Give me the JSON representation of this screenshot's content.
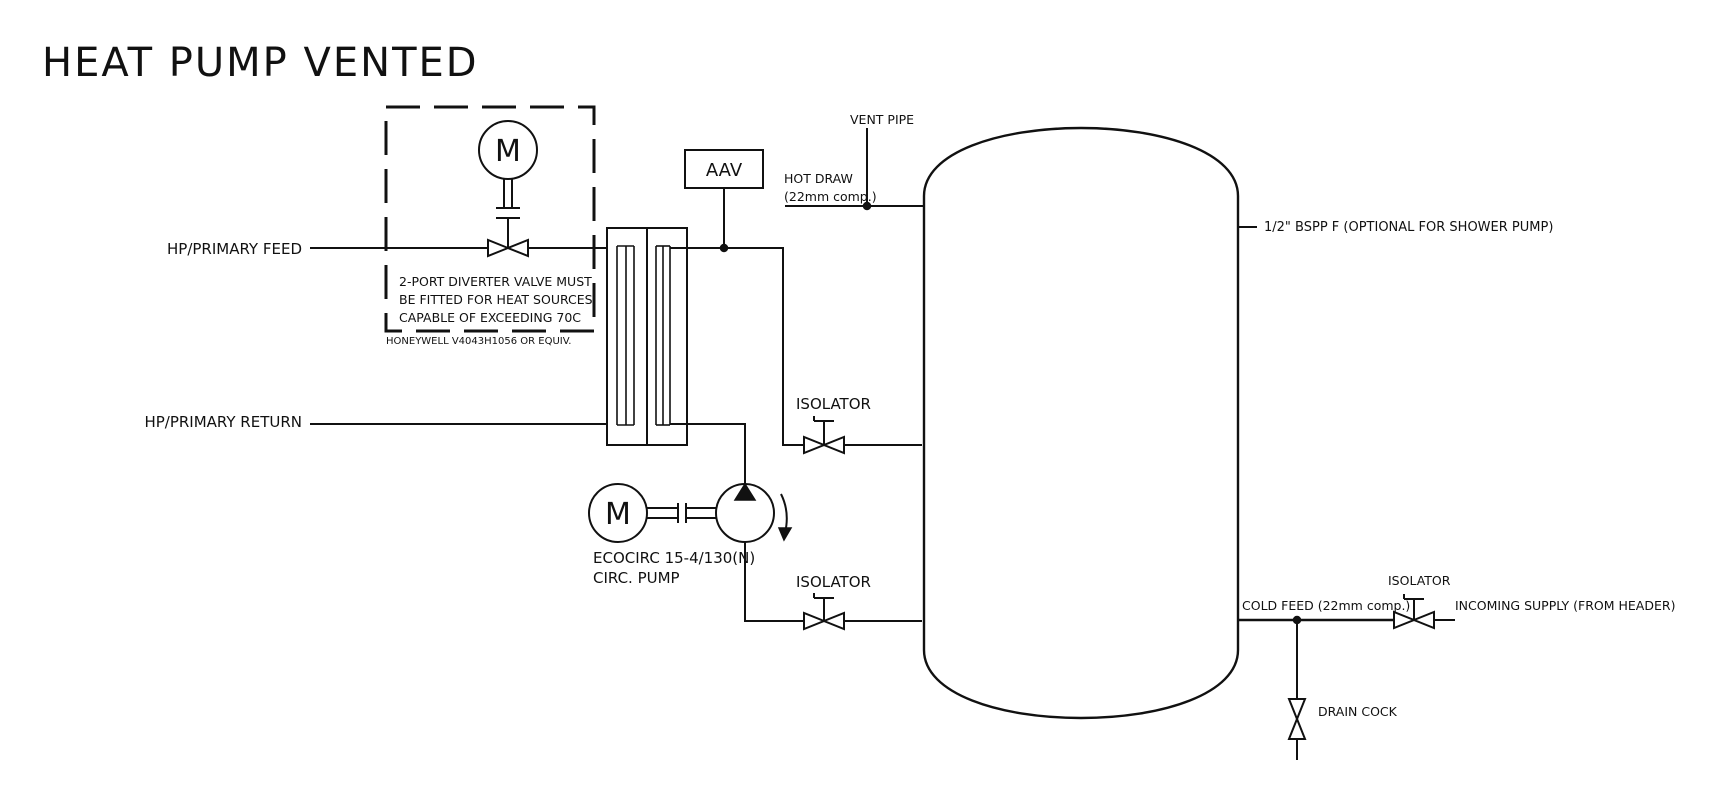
{
  "title": "HEAT PUMP VENTED",
  "labels": {
    "hp_primary_feed": "HP/PRIMARY FEED",
    "hp_primary_return": "HP/PRIMARY RETURN",
    "aav": "AAV",
    "vent_pipe": "VENT PIPE",
    "hot_draw": "HOT DRAW",
    "hot_draw_size": "(22mm comp.)",
    "shower_pump_port": "1/2\" BSPP F (OPTIONAL FOR SHOWER PUMP)",
    "diverter_note_1": "2-PORT DIVERTER VALVE MUST",
    "diverter_note_2": "BE FITTED FOR HEAT SOURCES",
    "diverter_note_3": "CAPABLE OF EXCEEDING 70C",
    "honeywell": "HONEYWELL V4043H1056 OR EQUIV.",
    "isolator_upper": "ISOLATOR",
    "isolator_lower": "ISOLATOR",
    "isolator_supply": "ISOLATOR",
    "pump_model": "ECOCIRC 15-4/130(N)",
    "pump_desc": "CIRC. PUMP",
    "cold_feed": "COLD FEED (22mm comp.)",
    "incoming_supply": "INCOMING SUPPLY (FROM HEADER)",
    "drain_cock": "DRAIN COCK",
    "motor_symbol": "M",
    "pump_motor_symbol": "M"
  },
  "colors": {
    "line": "#111111",
    "background": "#ffffff"
  }
}
